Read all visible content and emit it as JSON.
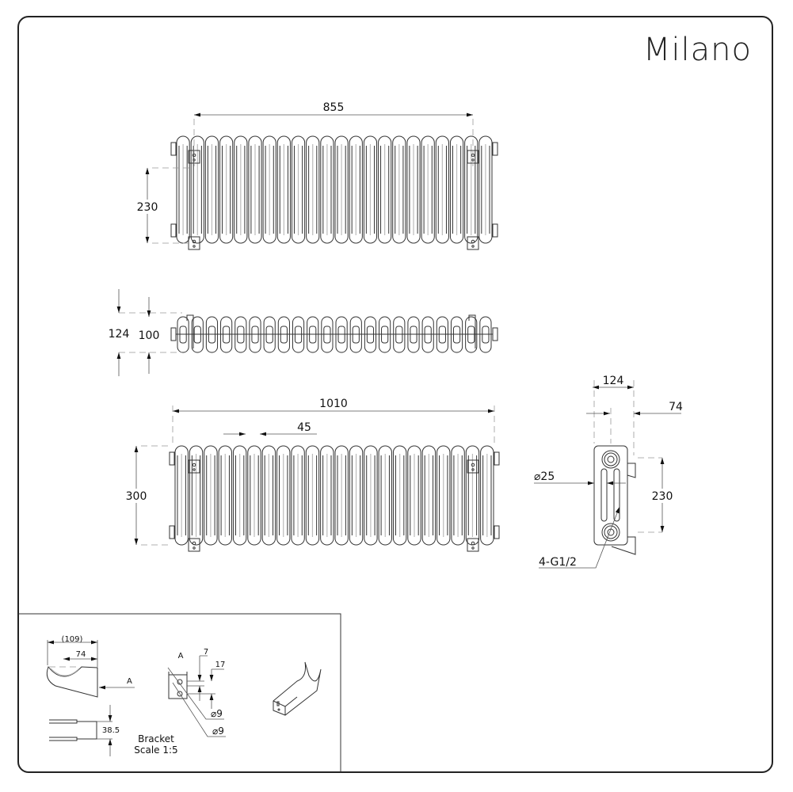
{
  "brand": "Milano",
  "front_view": {
    "width_brackets": "855",
    "height_brackets": "230"
  },
  "top_view": {
    "depth_outer": "124",
    "depth_inner": "100"
  },
  "front_view_full": {
    "overall_width": "1010",
    "section_pitch": "45",
    "overall_height": "300"
  },
  "side_view": {
    "depth": "124",
    "wall_offset": "74",
    "tube_diameter": "⌀25",
    "pipe_centres": "230",
    "connections": "4-G1/2"
  },
  "bracket": {
    "length": "(109)",
    "offset": "74",
    "view_marker": "A",
    "section_marker": "A",
    "hole_offset_1": "7",
    "hole_offset_2": "17",
    "hole_dia_1": "⌀9",
    "hole_dia_2": "⌀9",
    "width": "38.5",
    "title": "Bracket",
    "scale": "Scale 1:5"
  }
}
